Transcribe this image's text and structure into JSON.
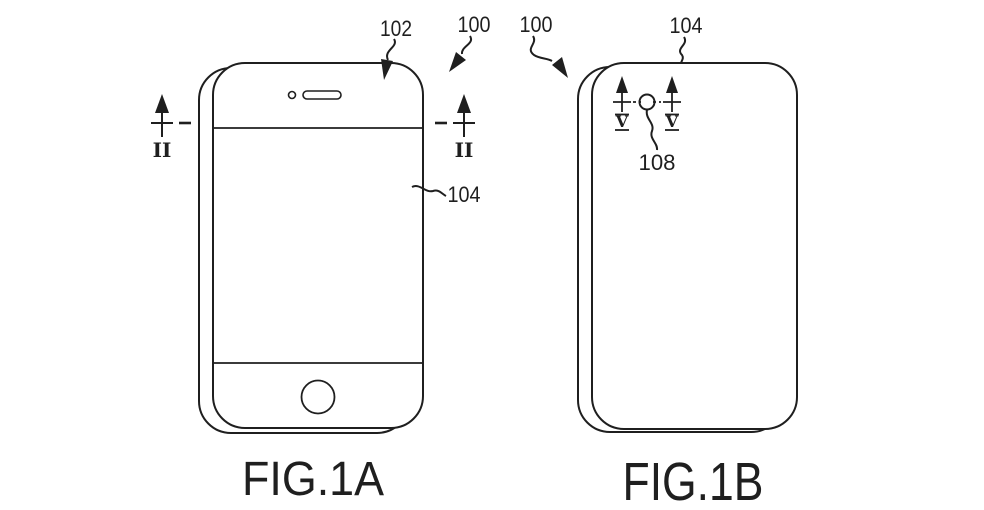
{
  "fig_a": {
    "caption": "FIG.1A",
    "ref_102": "102",
    "ref_100": "100",
    "ref_104": "104",
    "section_numeral": "II"
  },
  "fig_b": {
    "caption": "FIG.1B",
    "ref_100": "100",
    "ref_104": "104",
    "ref_108": "108",
    "section_numeral": "V"
  },
  "icons": {
    "camera": "front-camera-dot",
    "speaker": "earpiece-speaker-slot",
    "home_button": "home-button-circle",
    "marker_circle": "rear-feature-circle"
  },
  "colors": {
    "ink": "#1f1f1f",
    "background": "#ffffff"
  }
}
